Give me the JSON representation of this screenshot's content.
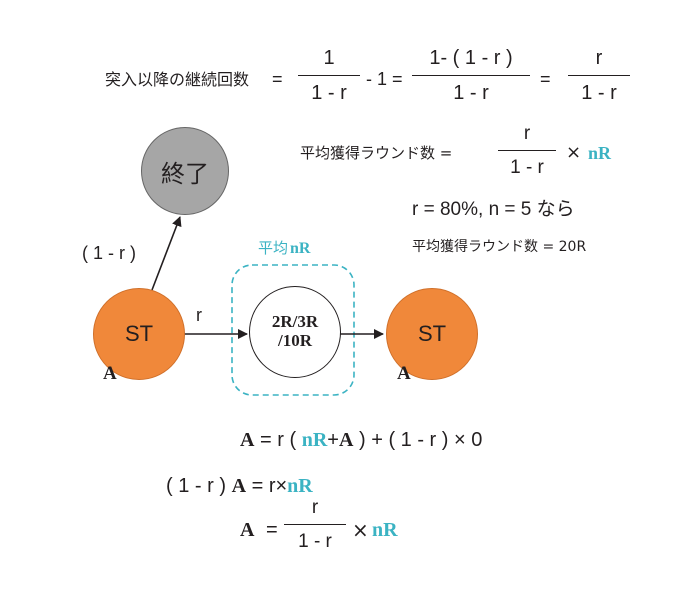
{
  "colors": {
    "start": "#f0883a",
    "end": "#a6a6a6",
    "accent": "#3bb3c3",
    "ink": "#231f20"
  },
  "formula1": {
    "label": "突入以降の継続回数",
    "eq1": "=",
    "frac1_num": "1",
    "frac1_den": "1 - r",
    "minus_one": "- 1 =",
    "frac2_num": "1- ( 1 - r )",
    "frac2_den": "1 - r",
    "eq2": "=",
    "frac3_num": "r",
    "frac3_den": "1 - r"
  },
  "formula2": {
    "label": "平均獲得ラウンド数 =",
    "frac_num": "r",
    "frac_den": "1 - r",
    "times": "×",
    "nR": "nR"
  },
  "example": {
    "condition": "r = 80%, n = 5 なら",
    "result": "平均獲得ラウンド数 = 20R"
  },
  "diagram": {
    "end_node": "終了",
    "end_edge_label": "( 1 - r )",
    "start_node": "ST",
    "start_var": "A",
    "edge_label": "r",
    "box_label_prefix": "平均",
    "box_label_nR": "nR",
    "mid_node_line1": "2R/3R",
    "mid_node_line2": "/10R",
    "next_node": "ST",
    "next_var": "A"
  },
  "derivation": {
    "line1": {
      "A": "A",
      "eq": "= r (",
      "nR": "nR",
      "plus": "+",
      "A2": "A",
      "rest": ") + ( 1 - r ) × 0"
    },
    "line2": {
      "prefix": "( 1 - r )",
      "A": "A",
      "eq": "= r×",
      "nR": "nR"
    },
    "line3": {
      "A": "A",
      "eq": "=",
      "frac_num": "r",
      "frac_den": "1 - r",
      "times": "×",
      "nR": "nR"
    }
  }
}
